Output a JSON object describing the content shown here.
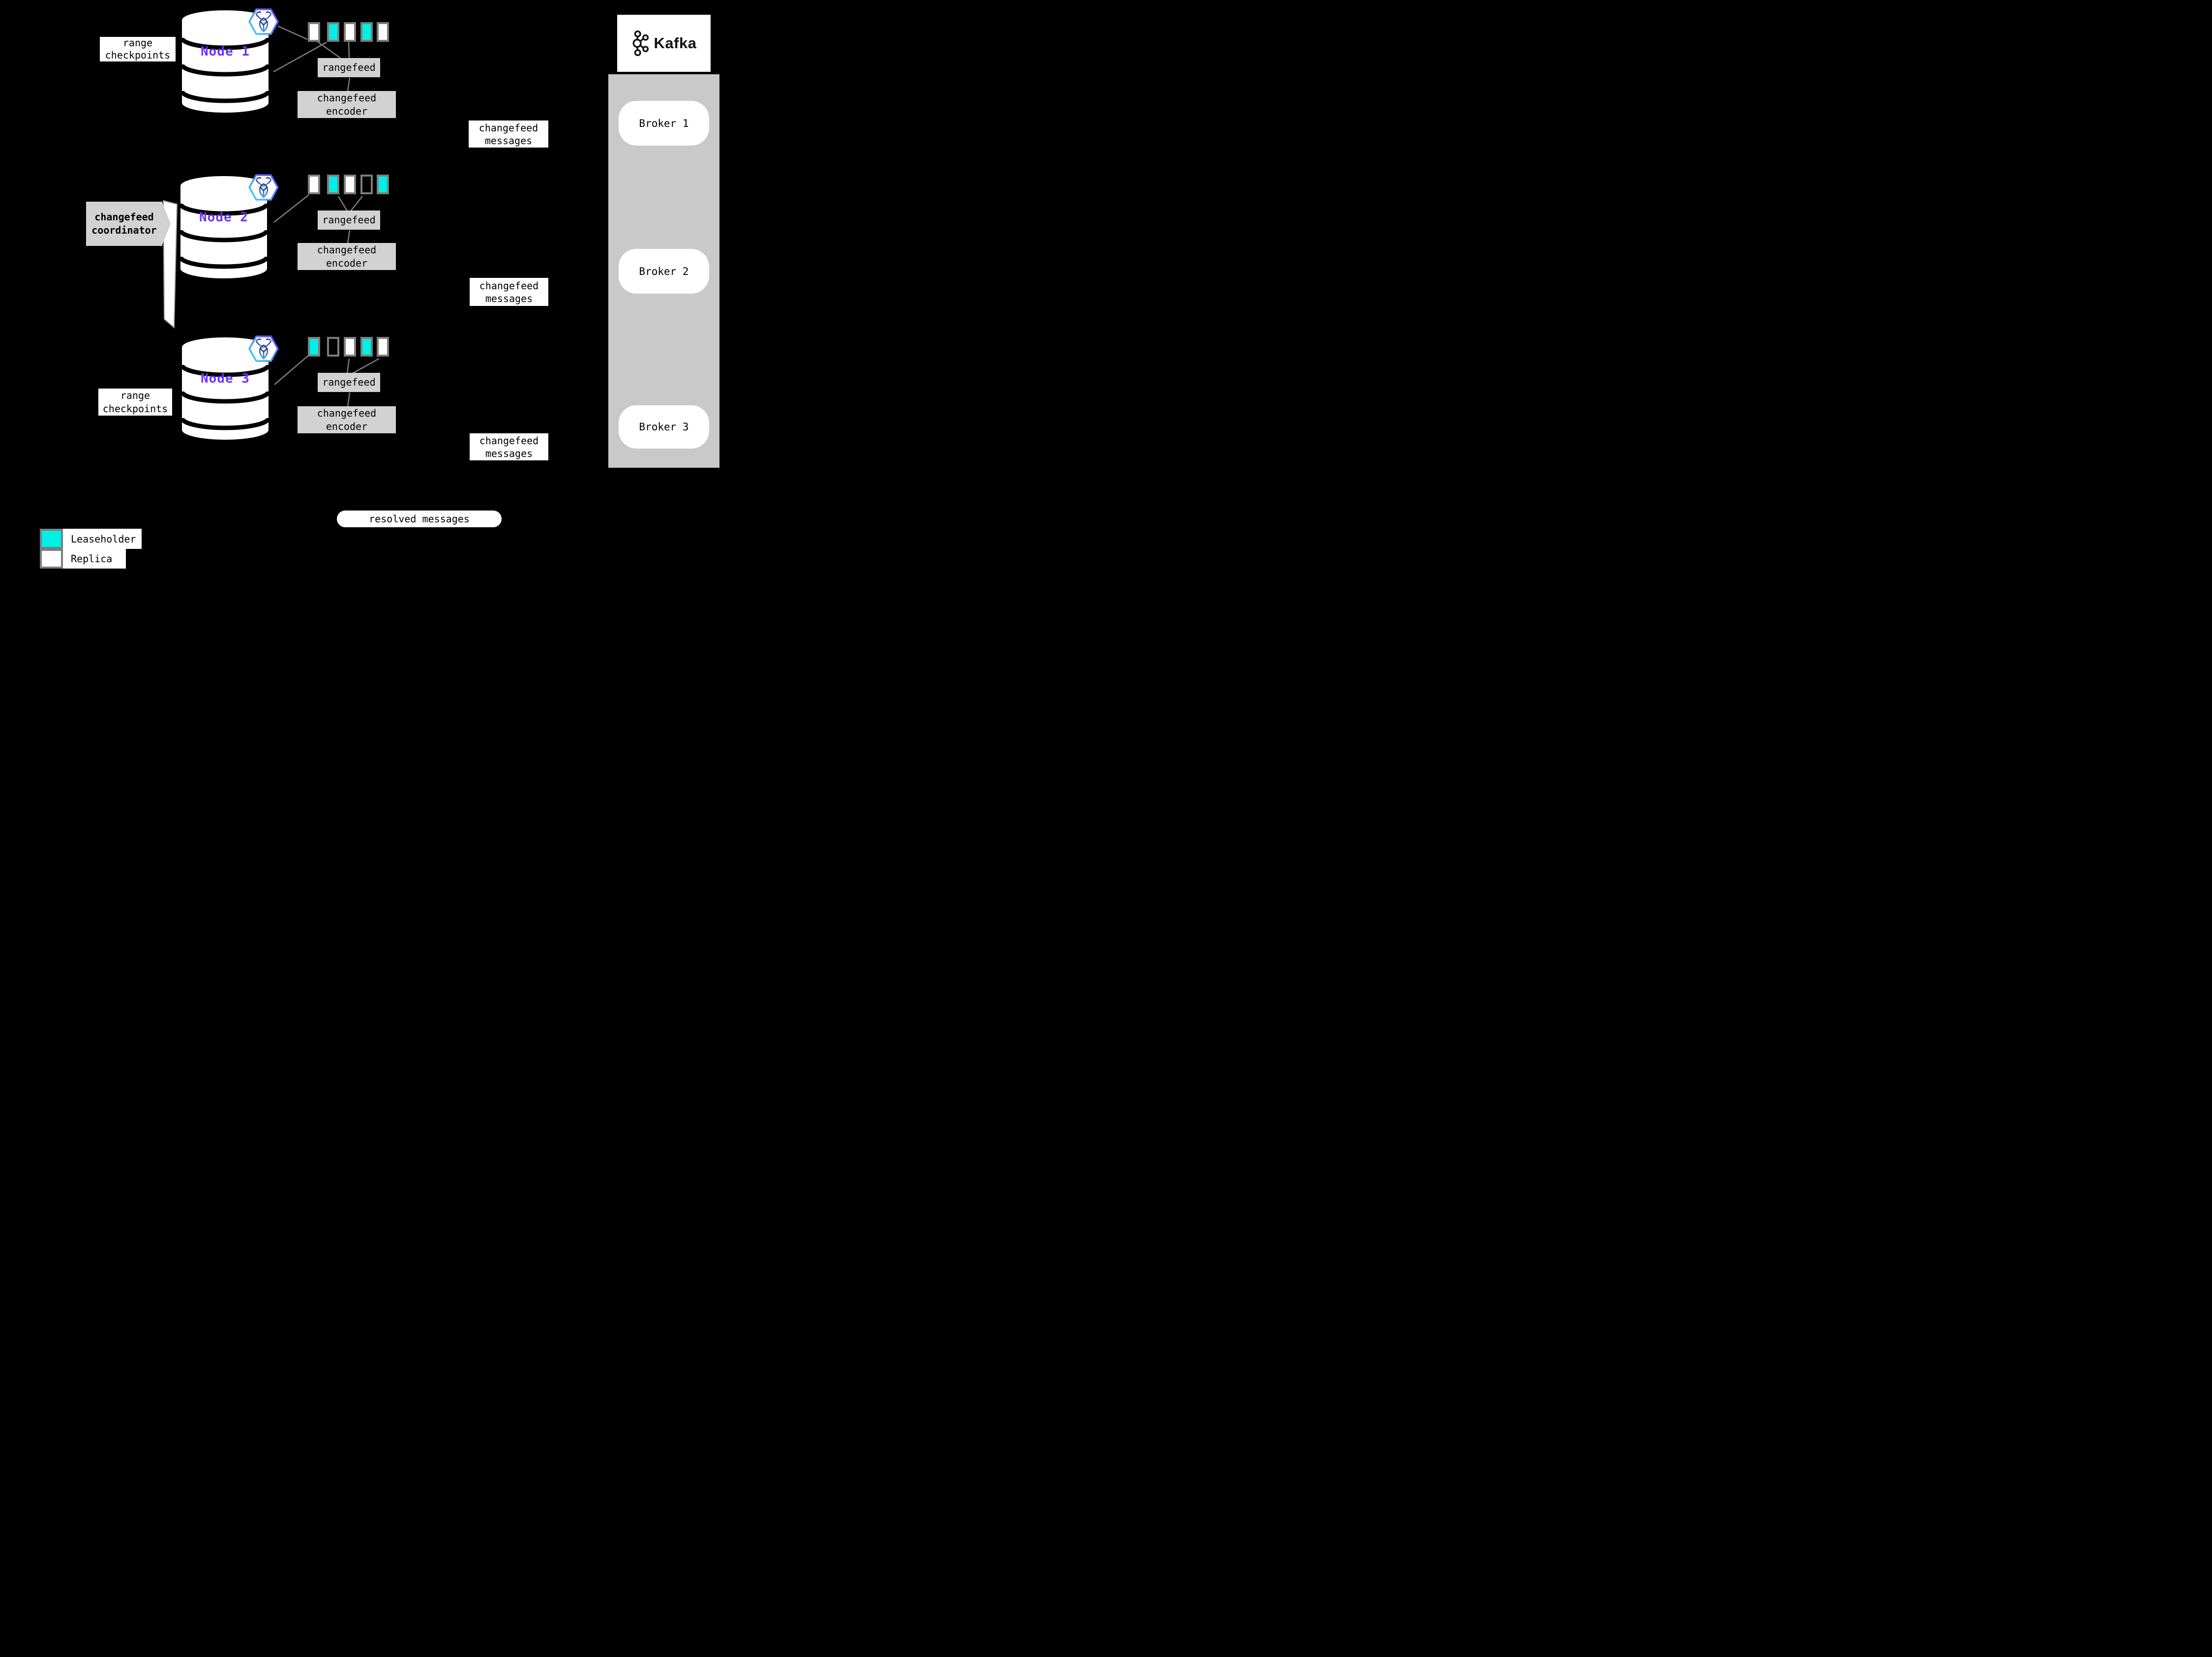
{
  "labels": {
    "range_checkpoints": "range checkpoints",
    "rangefeed": "rangefeed",
    "encoder": "changefeed encoder",
    "changefeed_messages": "changefeed messages",
    "resolved_messages": "resolved messages"
  },
  "nodes": [
    {
      "label": "Node 1",
      "ranges": [
        "#ffffff",
        "#00efe6",
        "#ffffff",
        "#00efe6",
        "#ffffff"
      ]
    },
    {
      "label": "Node 2",
      "ranges": [
        "#ffffff",
        "#00efe6",
        "#ffffff",
        "transparent",
        "#00efe6"
      ]
    },
    {
      "label": "Node 3",
      "ranges": [
        "#00efe6",
        "transparent",
        "#ffffff",
        "#00efe6",
        "#ffffff"
      ]
    }
  ],
  "coordinator": {
    "label": "changefeed coordinator"
  },
  "kafka": {
    "brand": "Kafka",
    "brokers": [
      "Broker 1",
      "Broker 2",
      "Broker 3"
    ]
  },
  "legend": [
    {
      "label": "Leaseholder",
      "color": "#00efe6"
    },
    {
      "label": "Replica",
      "color": "#ffffff"
    }
  ],
  "colors": {
    "leaseholder": "#00efe6",
    "replica": "#ffffff",
    "node_text": "#6933ff",
    "panel": "#c9c9c9",
    "box": "#d2d2d2",
    "connector": "#7d7d7d",
    "background": "#000000"
  }
}
